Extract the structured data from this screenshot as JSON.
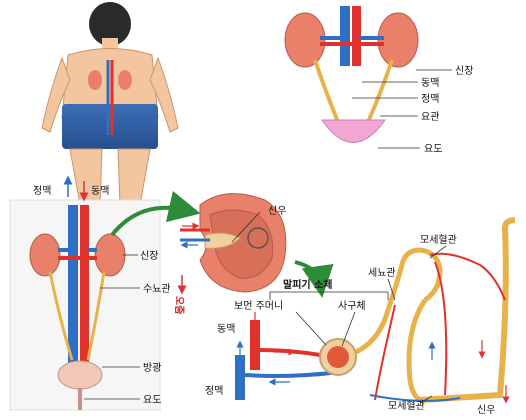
{
  "top_right": {
    "kidney": "신장",
    "artery": "동맥",
    "vein": "정맥",
    "ureter": "요관",
    "urethra": "요도"
  },
  "bottom_left": {
    "vein": "정맥",
    "artery": "동맥",
    "kidney": "신장",
    "ureter": "수뇨관",
    "urine": "오줌",
    "bladder": "방광",
    "urethra": "요도"
  },
  "kidney_section": {
    "renal_pelvis": "신우"
  },
  "nephron": {
    "malpighian_body": "말피기 소체",
    "bowman_capsule": "보먼 주머니",
    "glomerulus": "사구체",
    "renal_tubule": "세뇨관",
    "capillary_top": "모세혈관",
    "capillary_bottom": "모세혈관",
    "artery": "동맥",
    "vein": "정맥",
    "renal_pelvis": "신우"
  },
  "colors": {
    "artery": "#e0312b",
    "vein": "#2f6fc4",
    "kidney": "#e8806a",
    "tubule": "#e8b24a",
    "arrow_green": "#2e8b3a",
    "skin": "#f3c6a0"
  }
}
